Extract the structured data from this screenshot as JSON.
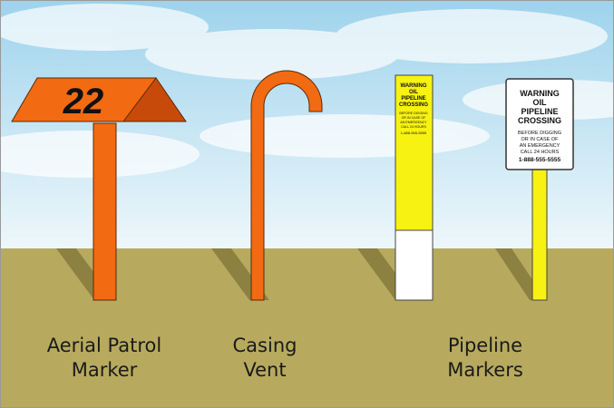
{
  "colors": {
    "sky_top": "#9ed3ec",
    "sky_bottom": "#eef7fb",
    "ground": "#b7aa5f",
    "orange": "#f26a12",
    "orange_dark": "#c84a0a",
    "yellow": "#f7f211",
    "white": "#ffffff"
  },
  "markers": {
    "aerial": {
      "number": "22",
      "caption": [
        "Aerial Patrol",
        "Marker"
      ]
    },
    "casing_vent": {
      "caption": [
        "Casing",
        "Vent"
      ]
    },
    "pipeline": {
      "caption": [
        "Pipeline",
        "Markers"
      ],
      "yellow_post": {
        "heading": [
          "WARNING",
          "OIL",
          "PIPELINE",
          "CROSSING"
        ],
        "body": [
          "BEFORE DIGGING",
          "OR IN CASE OF",
          "AN EMERGENCY",
          "CALL 24 HOURS"
        ],
        "phone": "1-888-555-5555"
      },
      "white_sign": {
        "heading": [
          "WARNING",
          "OIL",
          "PIPELINE",
          "CROSSING"
        ],
        "body": [
          "BEFORE DIGGING",
          "OR IN CASE OF",
          "AN EMERGENCY",
          "CALL 24 HOURS"
        ],
        "phone": "1-888-555-5555"
      }
    }
  }
}
